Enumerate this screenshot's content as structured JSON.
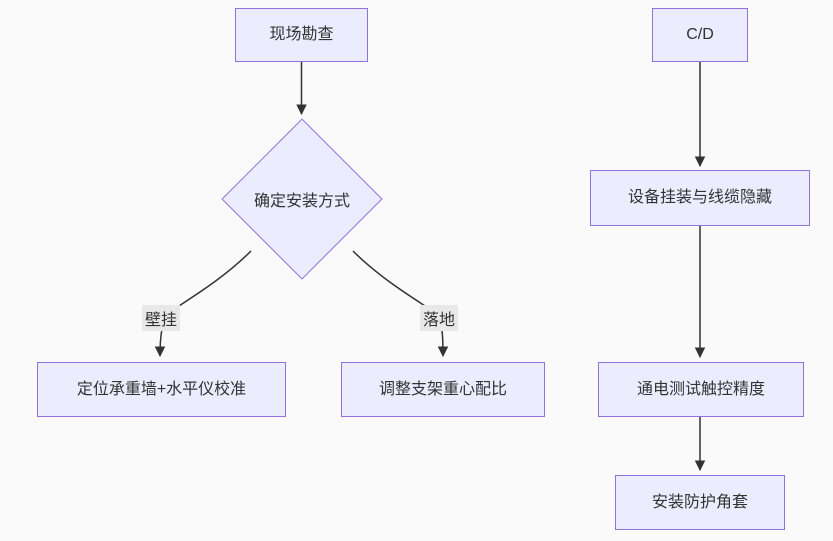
{
  "diagram": {
    "type": "flowchart",
    "direction": "top-down",
    "colors": {
      "background": "#fafafa",
      "node_fill": "#ECECFF",
      "node_border": "#9370DB",
      "edge_line": "#333333",
      "edge_label_bg": "#e8e8e8",
      "text": "#333333"
    },
    "nodes": [
      {
        "id": "site-survey",
        "label": "现场勘查",
        "shape": "rect"
      },
      {
        "id": "decision",
        "label": "确定安装方式",
        "shape": "diamond"
      },
      {
        "id": "wall-action",
        "label": "定位承重墙+水平仪校准",
        "shape": "rect"
      },
      {
        "id": "floor-action",
        "label": "调整支架重心配比",
        "shape": "rect"
      },
      {
        "id": "cd",
        "label": "C/D",
        "shape": "rect"
      },
      {
        "id": "mount-cable",
        "label": "设备挂装与线缆隐藏",
        "shape": "rect"
      },
      {
        "id": "power-test",
        "label": "通电测试触控精度",
        "shape": "rect"
      },
      {
        "id": "corner-guard",
        "label": "安装防护角套",
        "shape": "rect"
      }
    ],
    "edges": [
      {
        "from": "现场勘查",
        "to": "确定安装方式",
        "label": ""
      },
      {
        "from": "确定安装方式",
        "to": "定位承重墙+水平仪校准",
        "label": "壁挂"
      },
      {
        "from": "确定安装方式",
        "to": "调整支架重心配比",
        "label": "落地"
      },
      {
        "from": "C/D",
        "to": "设备挂装与线缆隐藏",
        "label": ""
      },
      {
        "from": "设备挂装与线缆隐藏",
        "to": "通电测试触控精度",
        "label": ""
      },
      {
        "from": "通电测试触控精度",
        "to": "安装防护角套",
        "label": ""
      }
    ]
  }
}
